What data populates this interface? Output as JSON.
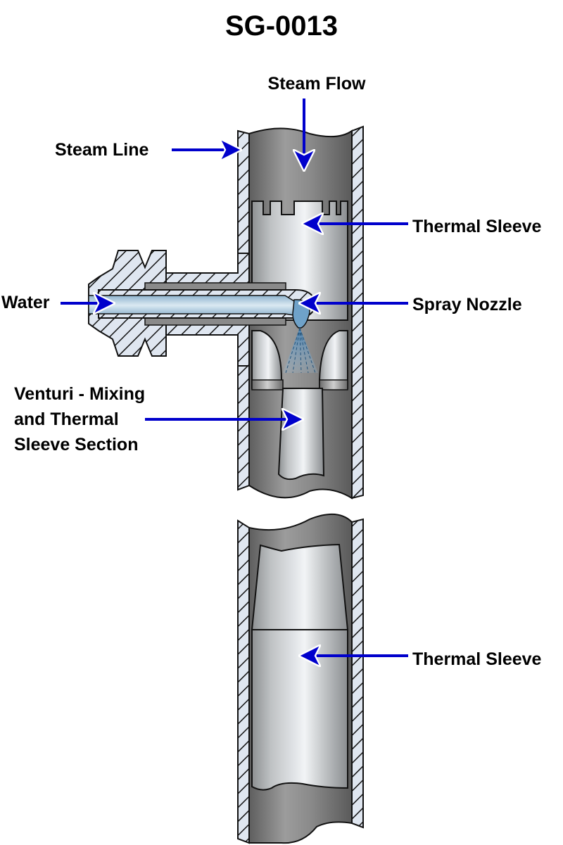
{
  "title": "SG-0013",
  "labels": {
    "steam_flow": "Steam Flow",
    "steam_line": "Steam Line",
    "thermal_sleeve_upper": "Thermal Sleeve",
    "water": "Water",
    "spray_nozzle": "Spray Nozzle",
    "venturi_line1": "Venturi - Mixing",
    "venturi_line2": "and Thermal",
    "venturi_line3": "Sleeve Section",
    "thermal_sleeve_lower": "Thermal Sleeve"
  },
  "colors": {
    "arrow": "#0000cc",
    "hatch_fill": "#dfe6f0",
    "pipe_dark": "#6e6e6e",
    "pipe_mid": "#9a9a9a",
    "sleeve_light": "#d4d6d8",
    "water": "#a9c9df",
    "spray": "#3f7fb5"
  }
}
